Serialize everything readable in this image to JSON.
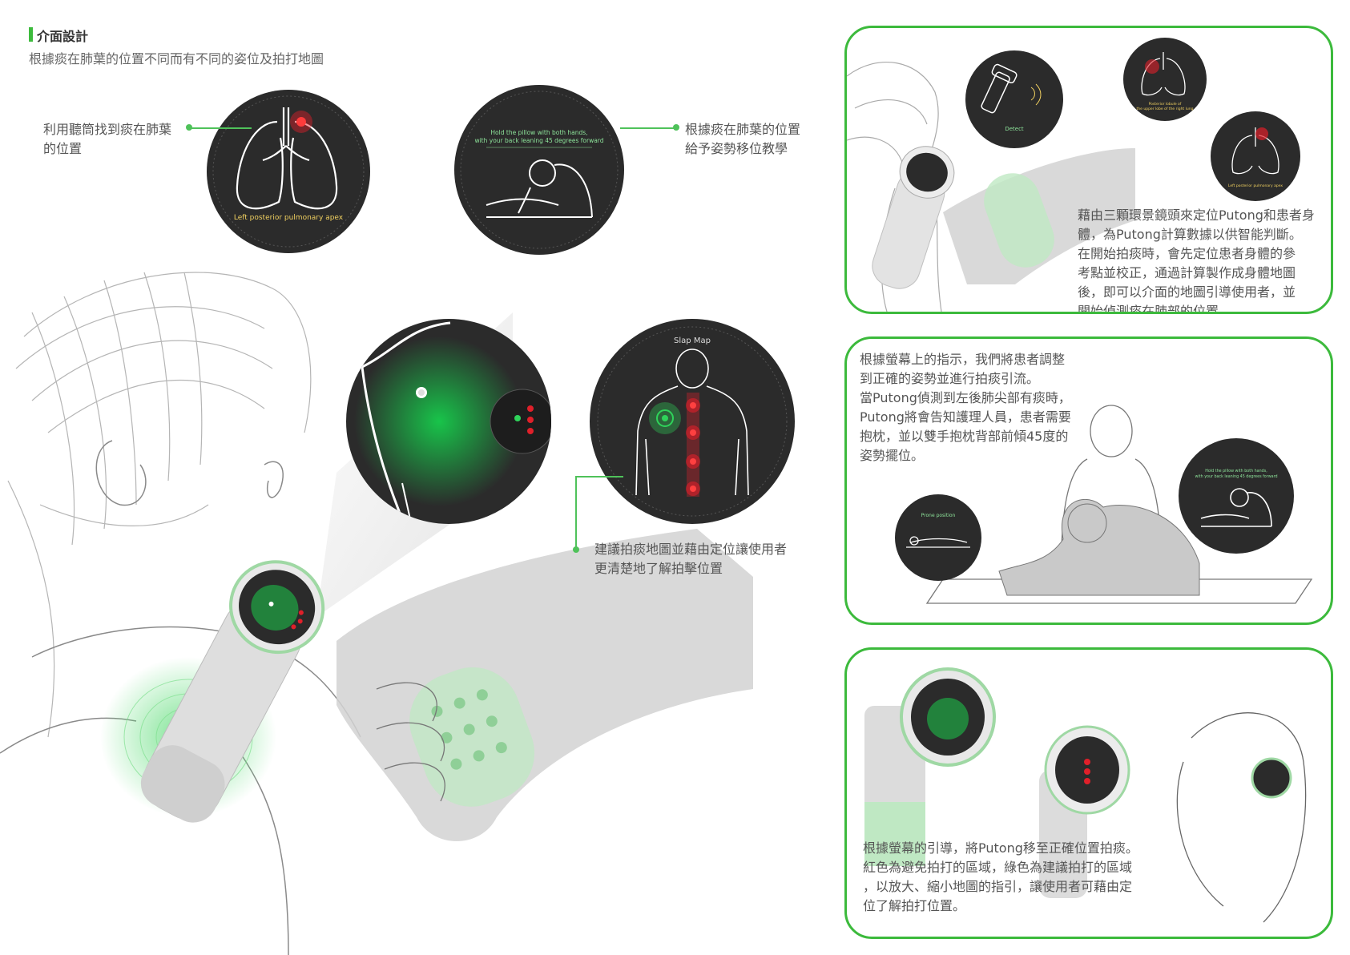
{
  "header": {
    "title": "介面設計",
    "subtitle": "根據痰在肺葉的位置不同而有不同的姿位及拍打地圖"
  },
  "annotations": {
    "stethoscope": [
      "利用聽筒找到痰在肺葉",
      "的位置"
    ],
    "posture": [
      "根據痰在肺葉的位置",
      "給予姿勢移位教學"
    ],
    "map": [
      "建議拍痰地圖並藉由定位讓使用者",
      "更清楚地了解拍擊位置"
    ]
  },
  "screens": {
    "lung_label": "Left posterior pulmonary apex",
    "posture_label": [
      "Hold the pillow with both hands,",
      "with your back leaning 45 degrees forward"
    ],
    "slap_map_title": "Slap Map",
    "detect_label": "Detect",
    "posterior_lobule_label": [
      "Posterior lobule of",
      "the upper lobe of the right lung"
    ],
    "left_apex_small_label": "Left posterior pulmonary apex",
    "prone_label": "Prone position",
    "posture_small_label": [
      "Hold the pillow with both hands,",
      "with your back leaning 45 degrees forward"
    ]
  },
  "panels": {
    "top": [
      "藉由三顆環景鏡頭來定位Putong和患者身",
      "體，為Putong計算數據以供智能判斷。",
      "在開始拍痰時，會先定位患者身體的參",
      "考點並校正，通過計算製作成身體地圖",
      "後，即可以介面的地圖引導使用者，並",
      "開始偵測痰在肺部的位置。"
    ],
    "middle": [
      "根據螢幕上的指示，我們將患者調整",
      "到正確的姿勢並進行拍痰引流。",
      "當Putong偵測到左後肺尖部有痰時，",
      "Putong將會告知護理人員，患者需要",
      "抱枕，並以雙手抱枕背部前傾45度的",
      "姿勢擺位。"
    ],
    "bottom": [
      "根據螢幕的引導，將Putong移至正確位置拍痰。",
      "紅色為避免拍打的區域，綠色為建議拍打的區域",
      "，以放大、縮小地圖的指引，讓使用者可藉由定",
      "位了解拍打位置。"
    ]
  },
  "colors": {
    "accent_green": "#3cba3c",
    "screen_dark": "#2b2b2b",
    "alert_red": "#e0202a"
  }
}
